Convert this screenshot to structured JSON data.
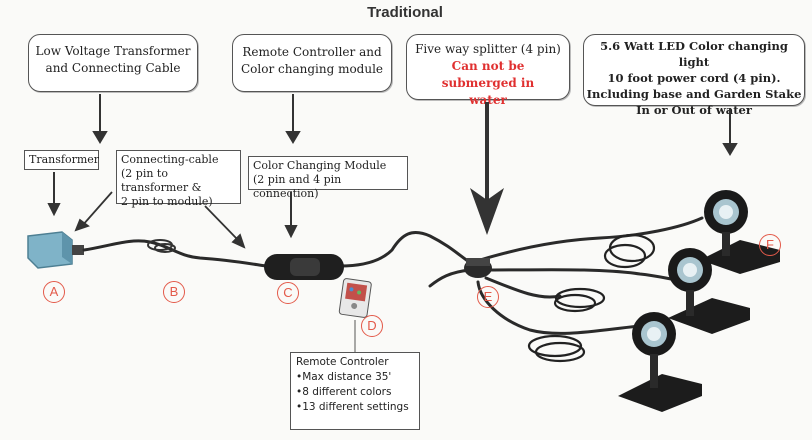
{
  "title": "Traditional",
  "callouts": {
    "transformer_cable": [
      "Low Voltage Transformer",
      "and Connecting Cable"
    ],
    "remote_module": [
      "Remote Controller and",
      "Color changing module"
    ],
    "splitter": {
      "line1": "Five way splitter (4 pin)",
      "warning": "Can not be submerged in water"
    },
    "led_light": [
      "5.6 Watt LED Color changing light",
      "10 foot power cord (4 pin).",
      "Including base and Garden Stake",
      "In or Out of water"
    ]
  },
  "labels": {
    "transformer": "Transformer",
    "connecting_cable": [
      "Connecting-cable",
      "(2 pin to transformer &",
      "2 pin to module)"
    ],
    "color_module": [
      "Color Changing Module",
      "(2 pin and 4 pin connection)"
    ],
    "remote": [
      "Remote Controler",
      "•Max distance 35'",
      "•8 different colors",
      "•13 different settings"
    ]
  },
  "letters": {
    "A": "A",
    "B": "B",
    "C": "C",
    "D": "D",
    "E": "E",
    "F": "F"
  },
  "colors": {
    "accent_red": "#e03030",
    "letter_red": "#e35a4a"
  }
}
